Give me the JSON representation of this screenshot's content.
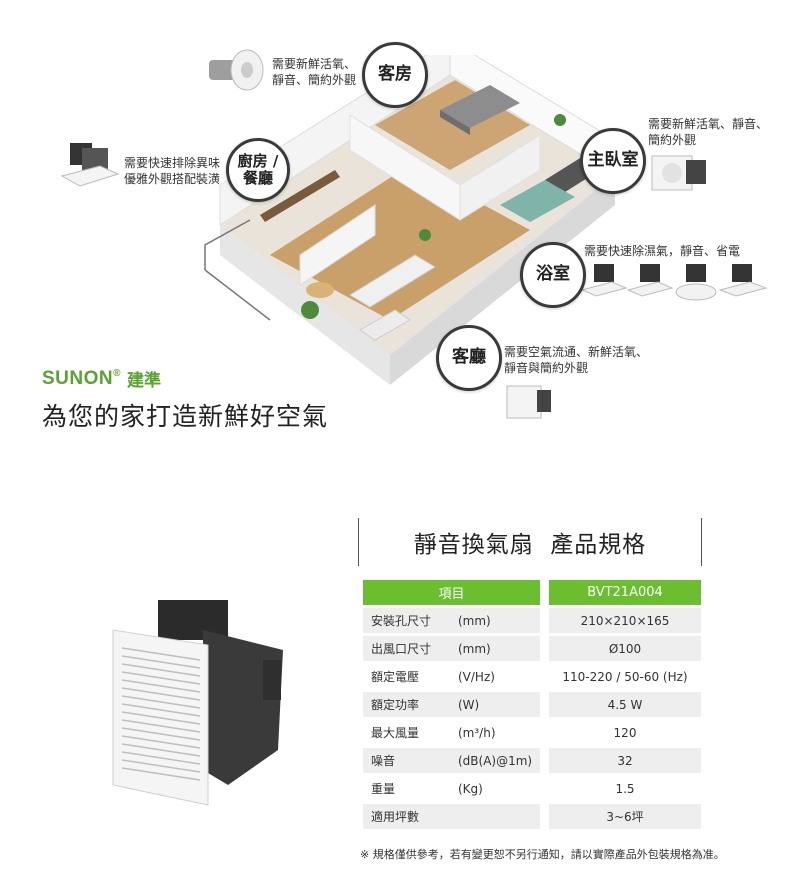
{
  "hero": {
    "rooms": {
      "guest_room": "客房",
      "kitchen_dining": "廚房 / 餐廳",
      "master_bedroom": "主臥室",
      "bathroom": "浴室",
      "living_room": "客廳"
    },
    "notes": {
      "guest_room_line1": "需要新鮮活氧、",
      "guest_room_line2": "靜音、簡約外觀",
      "kitchen_line1": "需要快速排除異味",
      "kitchen_line2": "優雅外觀搭配裝潢",
      "master_line1": "需要新鮮活氧、靜音、",
      "master_line2": "簡約外觀",
      "bathroom_line1": "需要快速除濕氣，靜音、省電",
      "living_line1": "需要空氣流通、新鮮活氧、",
      "living_line2": "靜音與簡約外觀"
    },
    "brand": {
      "logo": "SUNON",
      "reg_mark": "®",
      "cn_name": "建準"
    },
    "slogan": "為您的家打造新鮮好空氣"
  },
  "spec": {
    "title": "靜音換氣扇  產品規格",
    "header_item": "項目",
    "header_model": "BVT21A004",
    "rows": [
      {
        "name": "安裝孔尺寸",
        "unit": "(mm)",
        "value": "210×210×165"
      },
      {
        "name": "出風口尺寸",
        "unit": "(mm)",
        "value": "Ø100"
      },
      {
        "name": "額定電壓",
        "unit": "(V/Hz)",
        "value": "110-220 / 50-60 (Hz)"
      },
      {
        "name": "額定功率",
        "unit": "(W)",
        "value": "4.5 W"
      },
      {
        "name": "最大風量",
        "unit": "(m³/h)",
        "value": "120"
      },
      {
        "name": "噪音",
        "unit": "(dB(A)@1m)",
        "value": "32"
      },
      {
        "name": "重量",
        "unit": "(Kg)",
        "value": "1.5"
      },
      {
        "name": "適用坪數",
        "unit": "",
        "value": "3~6坪"
      }
    ],
    "footnote": "※ 規格僅供參考，若有變更恕不另行通知，請以實際產品外包裝規格為准。"
  },
  "colors": {
    "brand_green": "#5aa331",
    "table_header_green": "#6abe2f",
    "row_shade": "#eeeeee"
  }
}
